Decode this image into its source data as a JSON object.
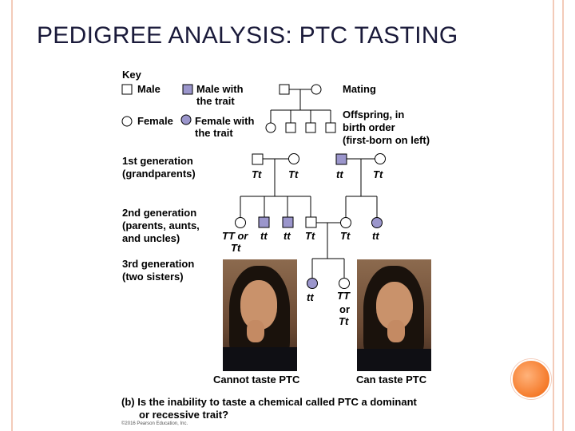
{
  "title": "PEDIGREE ANALYSIS: PTC TASTING",
  "key": {
    "heading": "Key",
    "male": "Male",
    "male_trait_1": "Male with",
    "male_trait_2": "the trait",
    "female": "Female",
    "female_trait_1": "Female with",
    "female_trait_2": "the trait",
    "mating": "Mating",
    "offspring_1": "Offspring, in",
    "offspring_2": "birth order",
    "offspring_3": "(first-born on left)"
  },
  "generations": {
    "g1_1": "1st generation",
    "g1_2": "(grandparents)",
    "g2_1": "2nd generation",
    "g2_2": "(parents, aunts,",
    "g2_3": "and uncles)",
    "g3_1": "3rd generation",
    "g3_2": "(two sisters)"
  },
  "genotypes": {
    "g1": [
      "Tt",
      "Tt",
      "tt",
      "Tt"
    ],
    "g2_first_1": "TT or",
    "g2_first_2": "Tt",
    "g2_rest": [
      "tt",
      "tt",
      "Tt",
      "Tt",
      "tt"
    ],
    "g3_left": "tt",
    "g3_right_1": "TT",
    "g3_right_2": "or",
    "g3_right_3": "Tt"
  },
  "captions": {
    "left": "Cannot taste PTC",
    "right": "Can taste PTC"
  },
  "question_1": "(b) Is the inability to taste a chemical called PTC a dominant",
  "question_2": "or recessive trait?",
  "credit": "©2016 Pearson Education, Inc.",
  "colors": {
    "trait_fill": "#9b96cc",
    "title": "#1a1a3a",
    "accent_orange": "#f57a2a",
    "border": "#f3cbb9"
  }
}
